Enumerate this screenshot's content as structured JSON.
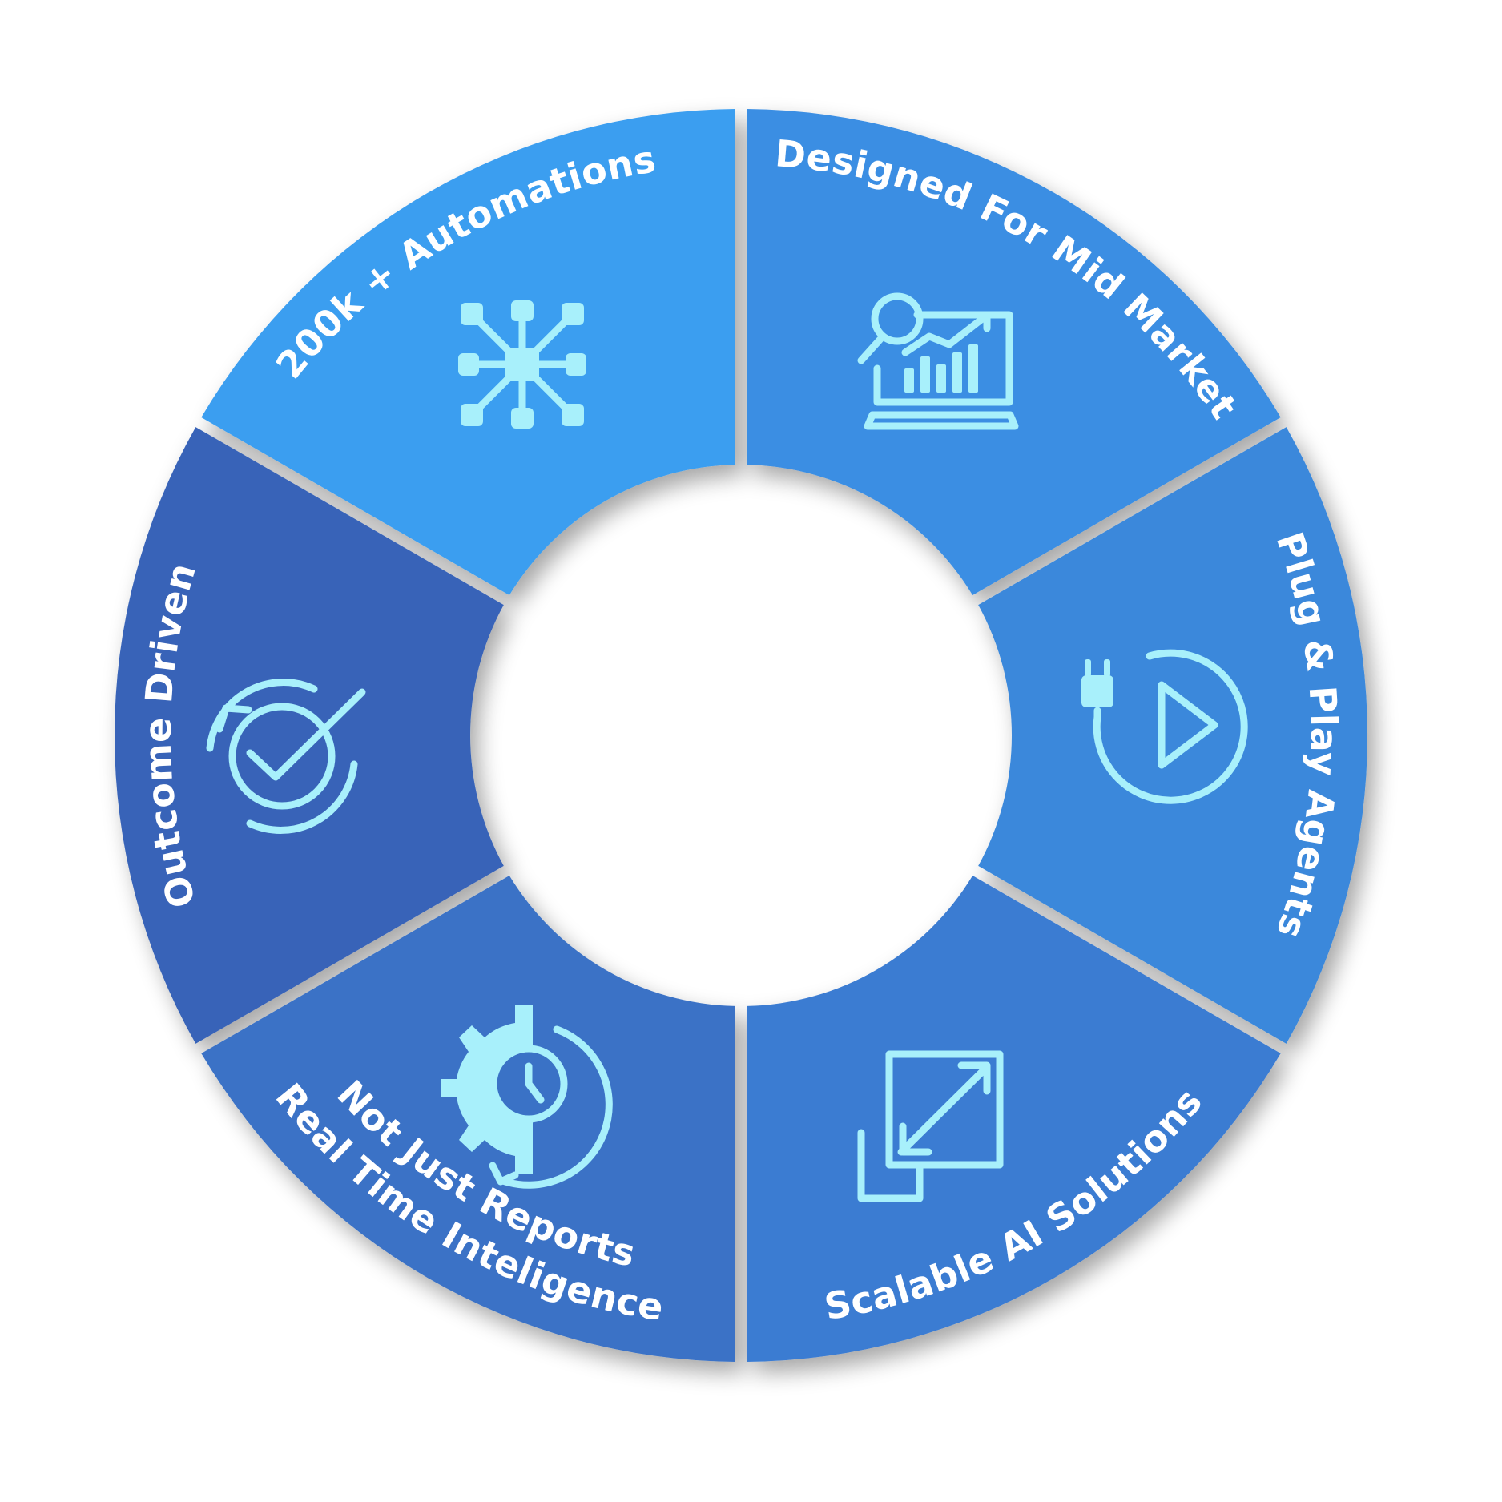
{
  "segments": [
    {
      "id": "automations",
      "label": "200k + Automations",
      "color": "#3a9ef0",
      "icon": "network-hub-icon"
    },
    {
      "id": "mid-market",
      "label": "Designed For Mid Market",
      "color": "#3a8ee3",
      "icon": "analytics-laptop-icon"
    },
    {
      "id": "plug-play",
      "label": "Plug & Play Agents",
      "color": "#3a88db",
      "icon": "plug-play-icon"
    },
    {
      "id": "scalable",
      "label": "Scalable AI Solutions",
      "color": "#3b7bd2",
      "icon": "resize-arrows-icon"
    },
    {
      "id": "real-time",
      "label": "Not Just Reports Real Time Inteligence",
      "label_line1": "Not Just Reports",
      "label_line2": "Real Time Inteligence",
      "color": "#3a72c6",
      "icon": "gear-clock-icon"
    },
    {
      "id": "outcome",
      "label": "Outcome Driven",
      "color": "#3864b8",
      "icon": "check-cycle-icon"
    }
  ],
  "colors": {
    "icon": "#a8f0fb",
    "text": "#ffffff",
    "shadow": "#c8ccd4"
  }
}
